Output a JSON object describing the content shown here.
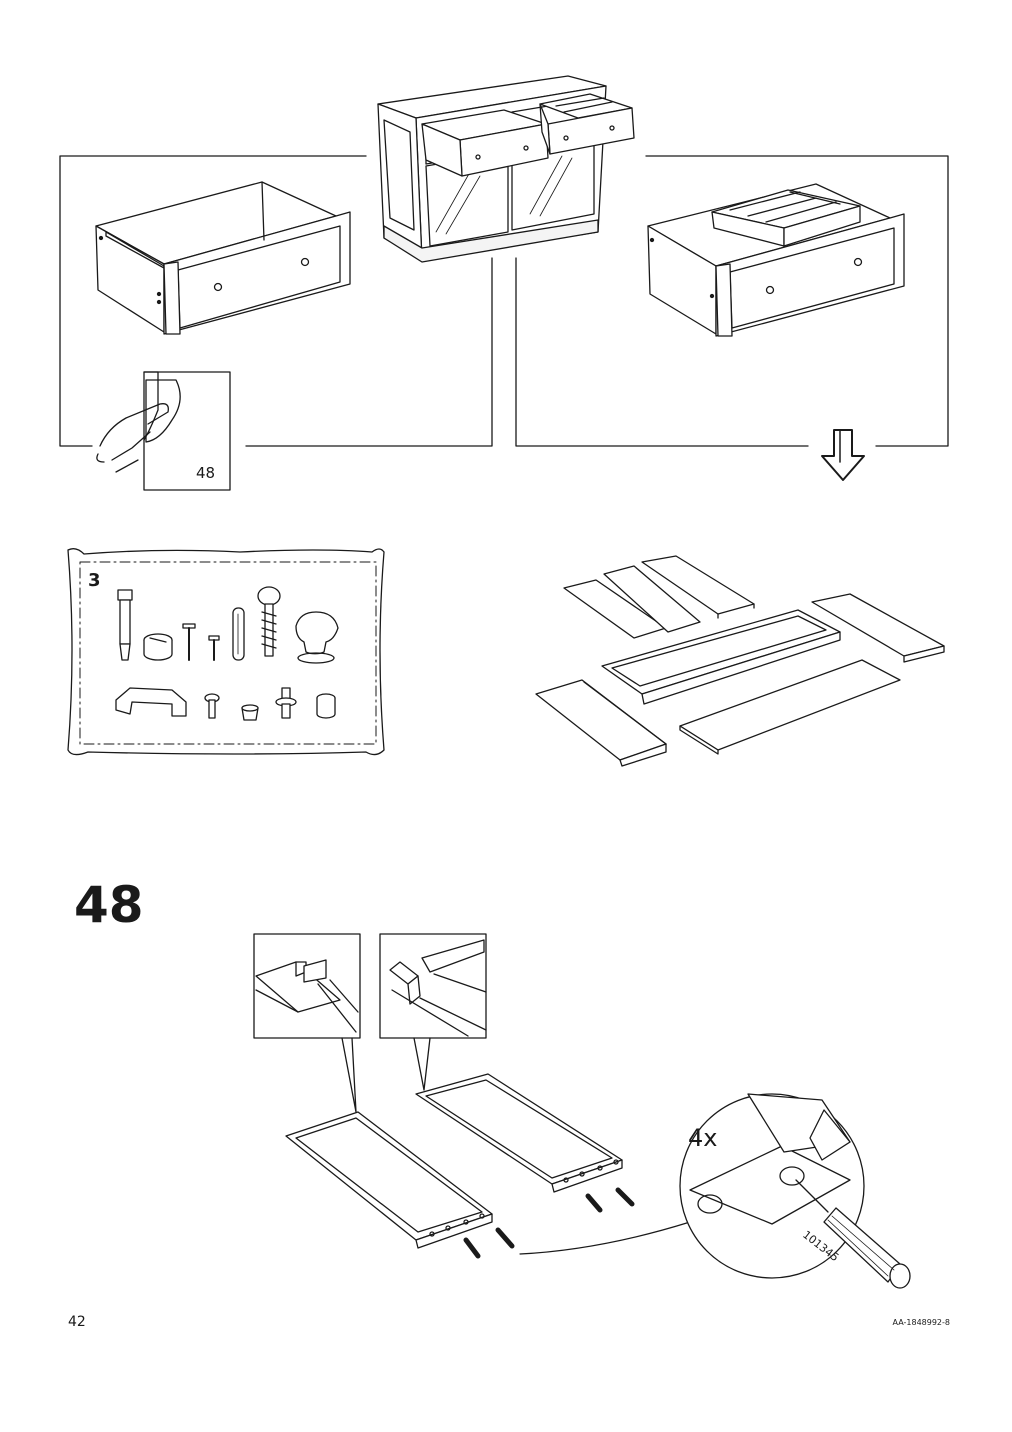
{
  "page": {
    "page_number": "42",
    "doc_code": "AA-1848992-8"
  },
  "overview": {
    "page_ref": "48"
  },
  "hardware_bag": {
    "bag_number": "3"
  },
  "step": {
    "number": "48",
    "quantity": "4x",
    "part_number": "101345"
  }
}
